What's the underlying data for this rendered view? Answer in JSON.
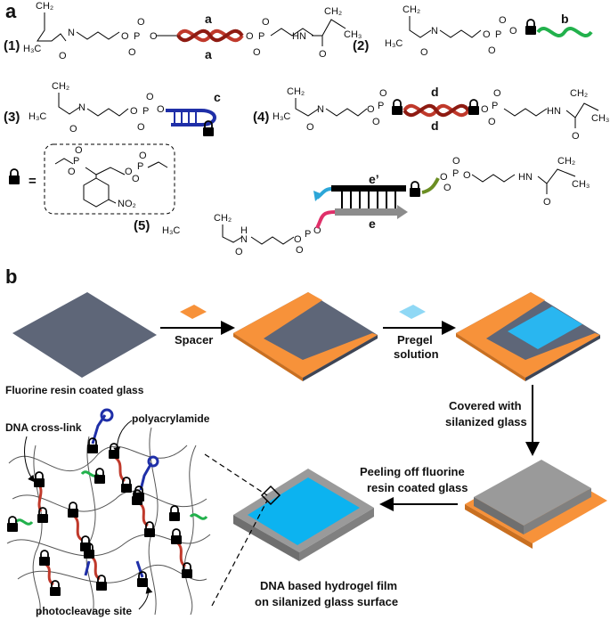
{
  "panels": {
    "a": "a",
    "b": "b"
  },
  "compounds": {
    "c1": "(1)",
    "c2": "(2)",
    "c3": "(3)",
    "c4": "(4)",
    "c5": "(5)"
  },
  "strands": {
    "a_top": "a",
    "a_bot": "a",
    "b": "b",
    "c": "c",
    "d_top": "d",
    "d_bot": "d",
    "e_prime": "e’",
    "e": "e"
  },
  "chem_labels": {
    "ch2": "CH₂",
    "h3c": "H₃C",
    "o": "O",
    "p": "P",
    "n": "N",
    "h": "H",
    "hn": "HN",
    "ch3": "CH₃",
    "no2": "NO₂",
    "equals": "="
  },
  "steps": {
    "spacer": "Spacer",
    "pregel_1": "Pregel",
    "pregel_2": "solution",
    "fluorine": "Fluorine resin coated glass",
    "covered_1": "Covered with",
    "covered_2": "silanized glass",
    "peeling_1": "Peeling off fluorine",
    "peeling_2": "resin coated glass",
    "film_1": "DNA based hydrogel film",
    "film_2": "on silanized glass surface"
  },
  "network_labels": {
    "crosslink": "DNA cross-link",
    "polyacrylamide": "polyacrylamide",
    "photocleavage": "photocleavage site"
  },
  "colors": {
    "orange": "#F7923A",
    "slate": "#5E6678",
    "cyan": "#29B6F0",
    "grey": "#9A9A9A",
    "red": "#C0392B",
    "green": "#22B14C",
    "blue": "#2233AA"
  }
}
